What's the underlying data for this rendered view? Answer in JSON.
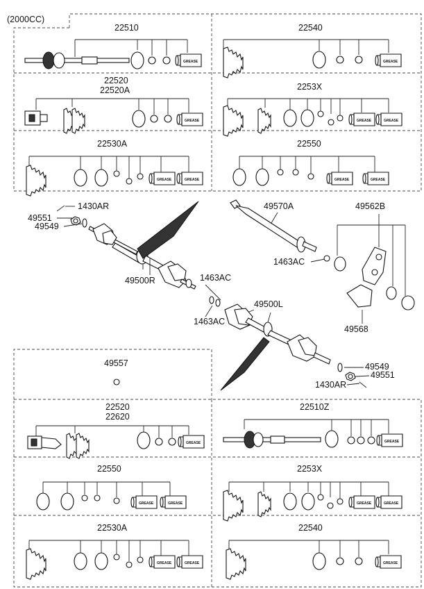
{
  "header": {
    "engine": "(2000CC)"
  },
  "grease_text": "GREASE",
  "kits": {
    "r1_left": {
      "code": "22510"
    },
    "r1_right": {
      "code": "22540"
    },
    "r2_left": {
      "code": "22520",
      "code2": "22520A"
    },
    "r2_right": {
      "code": "2253X"
    },
    "r3_left": {
      "code": "22530A"
    },
    "r3_right": {
      "code": "22550"
    },
    "r4_left": {
      "code": "49557"
    },
    "r5_left": {
      "code": "22520",
      "code2": "22620"
    },
    "r5_right": {
      "code": "22510Z"
    },
    "r6_left": {
      "code": "22550"
    },
    "r6_right": {
      "code": "2253X"
    },
    "r7_left": {
      "code": "22530A"
    },
    "r7_right": {
      "code": "22540"
    }
  },
  "callouts": {
    "pin_top": "1430AR",
    "nut_top": "49551",
    "washer_top": "49549",
    "shaft_right": "49500R",
    "clip_upper": "1463AC",
    "clip_lower": "1463AC",
    "shaft_left": "49500L",
    "inter_shaft": "49570A",
    "clip_inter": "1463AC",
    "bracket_kit": "49562B",
    "bracket": "49568",
    "washer_bottom": "49549",
    "nut_bottom": "49551",
    "pin_bottom": "1430AR"
  }
}
